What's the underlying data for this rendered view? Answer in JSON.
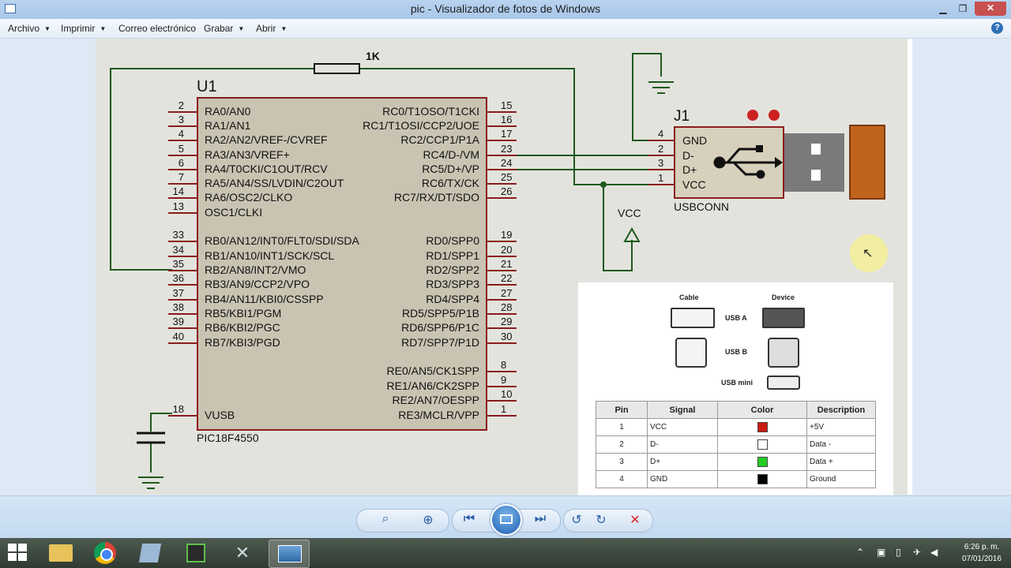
{
  "window": {
    "title": "pic - Visualizador de fotos de Windows",
    "minimize": "▁",
    "restore": "❐",
    "close": "✕"
  },
  "menu": {
    "items": [
      {
        "label": "Archivo"
      },
      {
        "label": "Imprimir"
      },
      {
        "label": "Correo electrónico"
      },
      {
        "label": "Grabar"
      },
      {
        "label": "Abrir"
      }
    ],
    "help": "?"
  },
  "schematic": {
    "chip_ref": "U1",
    "chip_part": "PIC18F4550",
    "resistor": "1K",
    "left_pins": [
      {
        "num": "2",
        "name": "RA0/AN0"
      },
      {
        "num": "3",
        "name": "RA1/AN1"
      },
      {
        "num": "4",
        "name": "RA2/AN2/VREF-/CVREF"
      },
      {
        "num": "5",
        "name": "RA3/AN3/VREF+"
      },
      {
        "num": "6",
        "name": "RA4/T0CKI/C1OUT/RCV"
      },
      {
        "num": "7",
        "name": "RA5/AN4/SS/LVDIN/C2OUT"
      },
      {
        "num": "14",
        "name": "RA6/OSC2/CLKO"
      },
      {
        "num": "13",
        "name": "OSC1/CLKI"
      },
      {
        "num": "33",
        "name": "RB0/AN12/INT0/FLT0/SDI/SDA"
      },
      {
        "num": "34",
        "name": "RB1/AN10/INT1/SCK/SCL"
      },
      {
        "num": "35",
        "name": "RB2/AN8/INT2/VMO"
      },
      {
        "num": "36",
        "name": "RB3/AN9/CCP2/VPO"
      },
      {
        "num": "37",
        "name": "RB4/AN11/KBI0/CSSPP"
      },
      {
        "num": "38",
        "name": "RB5/KBI1/PGM"
      },
      {
        "num": "39",
        "name": "RB6/KBI2/PGC"
      },
      {
        "num": "40",
        "name": "RB7/KBI3/PGD"
      },
      {
        "num": "18",
        "name": "VUSB"
      }
    ],
    "right_pins": [
      {
        "num": "15",
        "name": "RC0/T1OSO/T1CKI"
      },
      {
        "num": "16",
        "name": "RC1/T1OSI/CCP2/UOE"
      },
      {
        "num": "17",
        "name": "RC2/CCP1/P1A"
      },
      {
        "num": "23",
        "name": "RC4/D-/VM"
      },
      {
        "num": "24",
        "name": "RC5/D+/VP"
      },
      {
        "num": "25",
        "name": "RC6/TX/CK"
      },
      {
        "num": "26",
        "name": "RC7/RX/DT/SDO"
      },
      {
        "num": "19",
        "name": "RD0/SPP0"
      },
      {
        "num": "20",
        "name": "RD1/SPP1"
      },
      {
        "num": "21",
        "name": "RD2/SPP2"
      },
      {
        "num": "22",
        "name": "RD3/SPP3"
      },
      {
        "num": "27",
        "name": "RD4/SPP4"
      },
      {
        "num": "28",
        "name": "RD5/SPP5/P1B"
      },
      {
        "num": "29",
        "name": "RD6/SPP6/P1C"
      },
      {
        "num": "30",
        "name": "RD7/SPP7/P1D"
      },
      {
        "num": "8",
        "name": "RE0/AN5/CK1SPP"
      },
      {
        "num": "9",
        "name": "RE1/AN6/CK2SPP"
      },
      {
        "num": "10",
        "name": "RE2/AN7/OESPP"
      },
      {
        "num": "1",
        "name": "RE3/MCLR/VPP"
      }
    ],
    "connector": {
      "ref": "J1",
      "part": "USBCONN",
      "pins": [
        {
          "num": "4",
          "name": "GND"
        },
        {
          "num": "2",
          "name": "D-"
        },
        {
          "num": "3",
          "name": "D+"
        },
        {
          "num": "1",
          "name": "VCC"
        }
      ]
    },
    "vcc_label": "VCC"
  },
  "usb_reference": {
    "cable_label": "Cable",
    "device_label": "Device",
    "usb_a": "USB A",
    "usb_b": "USB B",
    "usb_mini": "USB mini",
    "table_headers": [
      "Pin",
      "Signal",
      "Color",
      "Description"
    ],
    "rows": [
      {
        "pin": "1",
        "signal": "VCC",
        "color": "#cc1c12",
        "description": "+5V"
      },
      {
        "pin": "2",
        "signal": "D-",
        "color": "#ffffff",
        "description": "Data -"
      },
      {
        "pin": "3",
        "signal": "D+",
        "color": "#22cc22",
        "description": "Data +"
      },
      {
        "pin": "4",
        "signal": "GND",
        "color": "#000000",
        "description": "Ground"
      }
    ]
  },
  "toolbar": {
    "zoom": "magnifier-icon",
    "fit": "actual-size-icon",
    "prev": "previous-icon",
    "slideshow": "slideshow-icon",
    "next": "next-icon",
    "rotate_left": "rotate-left-icon",
    "rotate_right": "rotate-right-icon",
    "delete": "delete-icon"
  },
  "taskbar": {
    "apps": [
      "file-explorer-icon",
      "chrome-icon",
      "notepad-icon",
      "mplab-icon",
      "tools-icon",
      "photo-viewer-icon"
    ],
    "time": "6:26 p. m.",
    "date": "07/01/2016"
  },
  "colors": {
    "wire": "#1f5a1f",
    "chip_fill": "#c9c3b2",
    "chip_border": "#8b1c1c",
    "pin_line": "#8b1c1c",
    "close_button": "#c75050",
    "titlebar": "#aec9ea"
  }
}
